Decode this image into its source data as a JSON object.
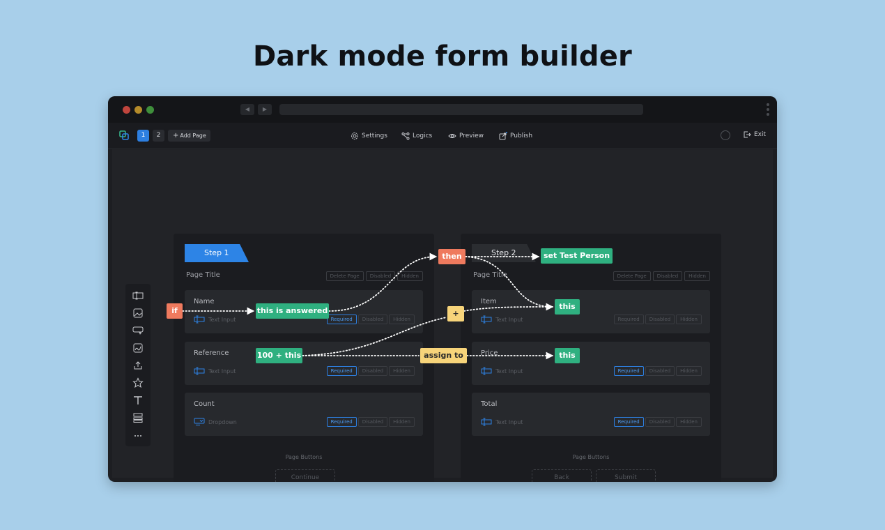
{
  "heading": "Dark mode form builder",
  "toolbar": {
    "pages": [
      "1",
      "2"
    ],
    "add_page": "Add Page",
    "settings": "Settings",
    "logics": "Logics",
    "preview": "Preview",
    "publish": "Publish",
    "exit": "Exit"
  },
  "sidebar_icons": [
    "text-field-icon",
    "image-icon",
    "button-icon",
    "signature-icon",
    "upload-icon",
    "star-icon",
    "text-icon",
    "layout-icon",
    "more-icon"
  ],
  "step1": {
    "tab": "Step 1",
    "page_title": "Page Title",
    "chips": [
      "Delete Page",
      "Disabled",
      "Hidden"
    ],
    "fields": [
      {
        "name": "Name",
        "type": "Text Input",
        "chips": [
          "Required",
          "Disabled",
          "Hidden"
        ]
      },
      {
        "name": "Reference",
        "type": "Text Input",
        "chips": [
          "Required",
          "Disabled",
          "Hidden"
        ]
      },
      {
        "name": "Count",
        "type": "Dropdown",
        "chips": [
          "Required",
          "Disabled",
          "Hidden"
        ]
      }
    ],
    "page_buttons_label": "Page Buttons",
    "buttons": [
      "Continue"
    ]
  },
  "step2": {
    "tab": "Step 2",
    "page_title": "Page Title",
    "chips": [
      "Delete Page",
      "Disabled",
      "Hidden"
    ],
    "fields": [
      {
        "name": "Item",
        "type": "Text Input",
        "chips": [
          "Required",
          "Disabled",
          "Hidden"
        ]
      },
      {
        "name": "Price",
        "type": "Text Input",
        "chips": [
          "Required",
          "Disabled",
          "Hidden"
        ]
      },
      {
        "name": "Total",
        "type": "Text Input",
        "chips": [
          "Required",
          "Disabled",
          "Hidden"
        ]
      }
    ],
    "page_buttons_label": "Page Buttons",
    "buttons": [
      "Back",
      "Submit"
    ]
  },
  "logic_tags": {
    "if": "if",
    "this_is_answered": "this is answered",
    "then": "then",
    "set_test_person": "set Test Person",
    "this_price": "this",
    "plus": "+",
    "hundred_plus_this": "100 + this",
    "assign_to": "assign to",
    "this_total": "this"
  },
  "colors": {
    "accent_blue": "#2d84e6",
    "logic_green": "#2fb080",
    "logic_orange": "#ef7a5e",
    "logic_yellow": "#f7d47a"
  }
}
